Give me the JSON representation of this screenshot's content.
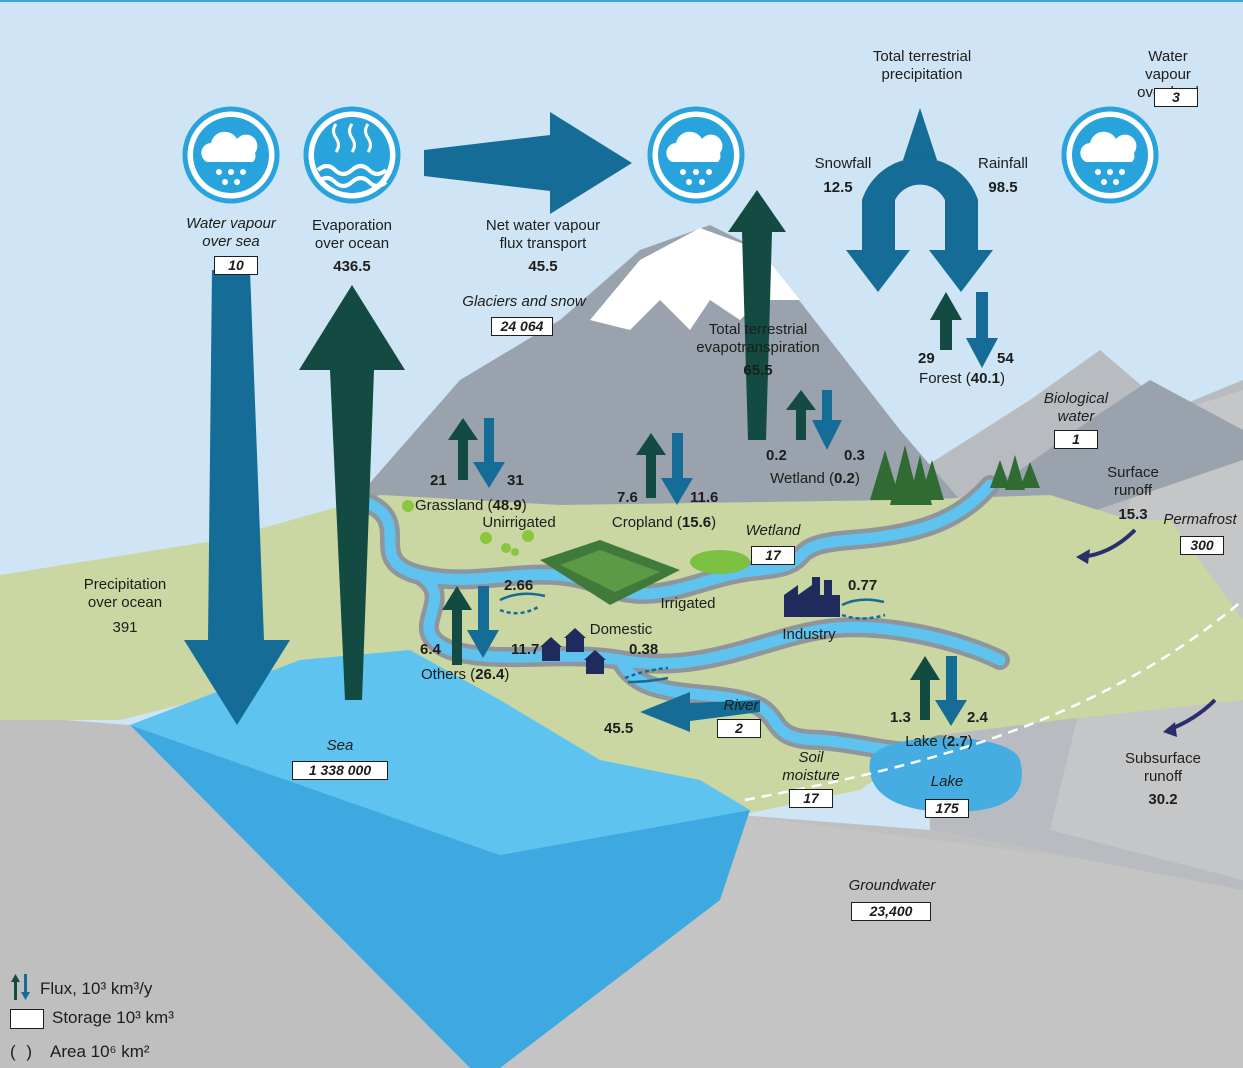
{
  "labels": {
    "water_vapour_over_sea": "Water vapour\nover sea",
    "evaporation_over_ocean": "Evaporation\nover ocean",
    "net_vapour_flux": "Net water vapour\nflux transport",
    "total_precip": "Total terrestrial\nprecipitation",
    "water_vapour_over_land": "Water vapour\nover land",
    "snowfall": "Snowfall",
    "rainfall": "Rainfall",
    "glaciers": "Glaciers and snow",
    "total_evapo": "Total terrestrial\nevapotranspiration",
    "forest": "Forest (",
    "biological_water": "Biological\nwater",
    "wetland_flux": "Wetland (",
    "grassland": "Grassland (",
    "unirrigated": "Unirrigated",
    "cropland": "Cropland (",
    "wetland_storage": "Wetland",
    "surface_runoff": "Surface\nrunoff",
    "permafrost": "Permafrost",
    "precip_ocean": "Precipitation\nover ocean",
    "irrigated": "Irrigated",
    "domestic": "Domestic",
    "industry": "Industry",
    "others": "Others (",
    "river": "River",
    "sea": "Sea",
    "soil_moisture": "Soil\nmoisture",
    "lake_flux": "Lake (",
    "lake_storage": "Lake",
    "subsurface_runoff": "Subsurface\nrunoff",
    "groundwater": "Groundwater",
    "close_paren": ")"
  },
  "values": {
    "water_vapour_over_sea": "10",
    "evaporation": "436.5",
    "net_vapour_flux": "45.5",
    "water_vapour_over_land": "3",
    "snowfall": "12.5",
    "rainfall": "98.5",
    "glaciers": "24 064",
    "total_evapo": "65.5",
    "forest_up": "29",
    "forest_down": "54",
    "forest_area": "40.1",
    "biological_water": "1",
    "wetland_up": "0.2",
    "wetland_down": "0.3",
    "wetland_area": "0.2",
    "grassland_up": "21",
    "grassland_down": "31",
    "grassland_area": "48.9",
    "cropland_up": "7.6",
    "cropland_down": "11.6",
    "cropland_area": "15.6",
    "wetland_storage": "17",
    "surface_runoff": "15.3",
    "permafrost": "300",
    "precip_ocean": "391",
    "irrigated_flux": "2.66",
    "industry_flux": "0.77",
    "domestic_flux": "0.38",
    "others_up": "6.4",
    "others_down": "11.7",
    "others_area": "26.4",
    "river_flux": "45.5",
    "river_storage": "2",
    "sea": "1 338 000",
    "soil_moisture": "17",
    "lake_up": "1.3",
    "lake_down": "2.4",
    "lake_area": "2.7",
    "lake_storage": "175",
    "subsurface_runoff": "30.2",
    "groundwater": "23,400"
  },
  "legend": {
    "flux": "Flux, 10³ km³/y",
    "storage": "Storage 10³ km³",
    "area_paren": "( )",
    "area": "Area 10⁶ km²"
  },
  "colors": {
    "sky": "#cfe4f4",
    "up_arrow": "#134a42",
    "down_arrow": "#156c96",
    "sea": "#46ade3",
    "land": "#cad7a2",
    "mountain": "#9ea6ae",
    "ground": "#bdbdbd"
  }
}
